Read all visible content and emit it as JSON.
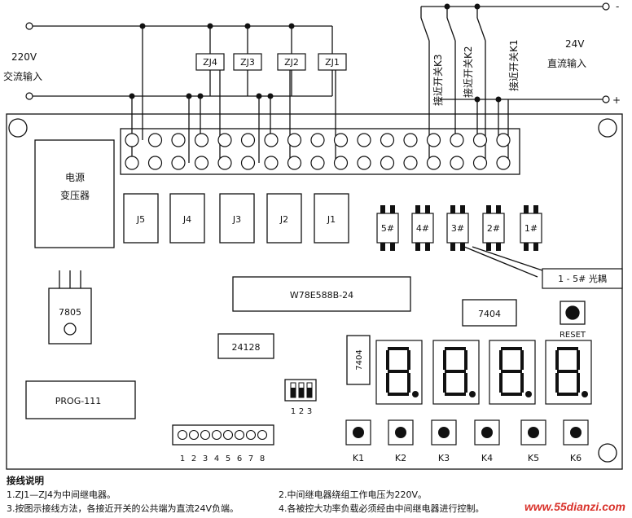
{
  "ac_input": {
    "voltage": "220V",
    "label": "交流输入"
  },
  "dc_input": {
    "voltage": "24V",
    "label": "直流输入",
    "minus": "-",
    "plus": "+"
  },
  "intermediate_relays": [
    "ZJ4",
    "ZJ3",
    "ZJ2",
    "ZJ1"
  ],
  "proximity_switches": [
    "接近开关K3",
    "接近开关K2",
    "接近开关K1"
  ],
  "transformer": {
    "line1": "电源",
    "line2": "变压器"
  },
  "relays": [
    "J5",
    "J4",
    "J3",
    "J2",
    "J1"
  ],
  "optocouplers": [
    "5#",
    "4#",
    "3#",
    "2#",
    "1#"
  ],
  "optocoupler_callout": "1 - 5# 光耦",
  "mcu": "W78E588B-24",
  "regulator": "7805",
  "ic_7404_a": "7404",
  "ic_7404_b": "7404",
  "eeprom": "24128",
  "reset_label": "RESET",
  "prog_port": "PROG-111",
  "dip_labels": [
    "1",
    "2",
    "3"
  ],
  "pin_labels": [
    "1",
    "2",
    "3",
    "4",
    "5",
    "6",
    "7",
    "8"
  ],
  "keys": [
    "K1",
    "K2",
    "K3",
    "K4",
    "K5",
    "K6"
  ],
  "notes": {
    "title": "接线说明",
    "n1": "1.ZJ1—ZJ4为中间继电器。",
    "n2": "2.中间继电器绕组工作电压为220V。",
    "n3": "3.按图示接线方法，各接近开关的公共端为直流24V负端。",
    "n4": "4.各被控大功率负载必须经由中间继电器进行控制。"
  },
  "watermark": "www.55dianzi.com"
}
